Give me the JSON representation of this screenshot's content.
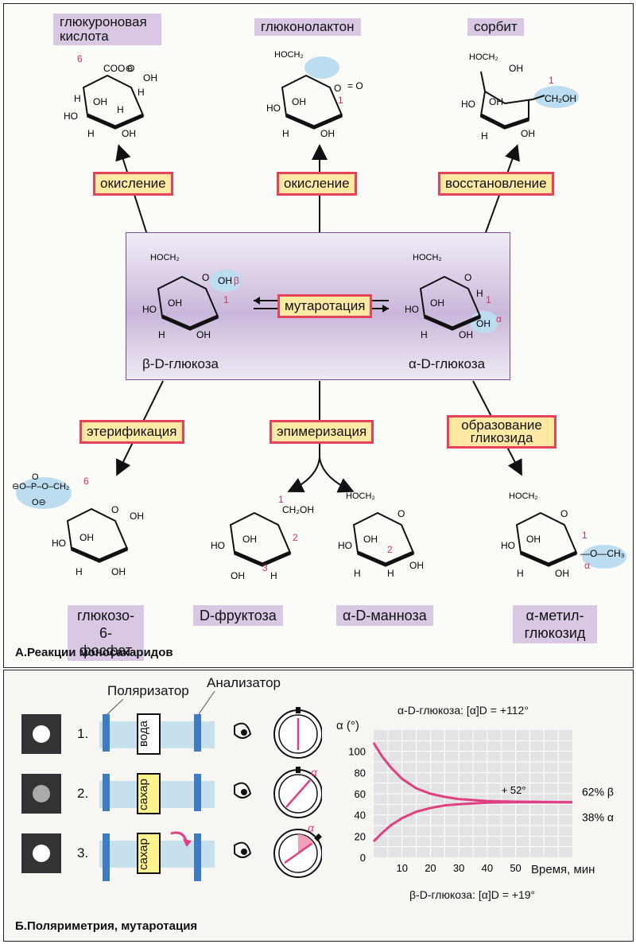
{
  "panelA": {
    "title": "А.Реакции моносахаридов",
    "top": {
      "glucuronic": "глюкуроновая кислота",
      "gluconolactone": "глюконолактон",
      "sorbitol": "сорбит"
    },
    "reactions": {
      "oxidation1": "окисление",
      "oxidation2": "окисление",
      "reduction": "восстановление",
      "esterification": "этерификация",
      "epimerization": "эпимеризация",
      "glycoside": "образование гликозида",
      "mutarotation": "мутаротация"
    },
    "center": {
      "beta": "β-D-глюкоза",
      "alpha": "α-D-глюкоза"
    },
    "bottom": {
      "g6p": "глюкозо- 6-фосфат",
      "fructose": "D-фруктоза",
      "mannose": "α-D-манноза",
      "methyl": "α-метил- глюкозид"
    }
  },
  "panelB": {
    "title": "Б.Поляриметрия, мутаротация",
    "polarizer": "Поляризатор",
    "analyzer": "Анализатор",
    "rows": [
      {
        "num": "1.",
        "sample": "вода"
      },
      {
        "num": "2.",
        "sample": "сахар"
      },
      {
        "num": "3.",
        "sample": "сахар"
      }
    ],
    "alpha_mark": "α"
  },
  "chart_data": {
    "type": "line",
    "title": "α-D-глюкоза: [α]D = +112°",
    "subtitle": "β-D-глюкоза: [α]D = +19°",
    "ylabel": "α (°)",
    "xlabel": "Время, мин",
    "xlim": [
      0,
      70
    ],
    "ylim": [
      0,
      120
    ],
    "x_ticks": [
      10,
      20,
      30,
      40,
      50
    ],
    "y_ticks": [
      0,
      20,
      40,
      60,
      80,
      100
    ],
    "annotation": "+ 52°",
    "series": [
      {
        "name": "62% β",
        "points": [
          [
            0,
            108
          ],
          [
            3,
            95
          ],
          [
            6,
            85
          ],
          [
            10,
            74
          ],
          [
            15,
            65
          ],
          [
            20,
            60
          ],
          [
            25,
            57
          ],
          [
            30,
            55
          ],
          [
            40,
            53
          ],
          [
            50,
            52.5
          ],
          [
            70,
            52
          ]
        ]
      },
      {
        "name": "38% α",
        "points": [
          [
            0,
            15
          ],
          [
            3,
            23
          ],
          [
            6,
            30
          ],
          [
            10,
            37
          ],
          [
            15,
            43
          ],
          [
            20,
            46.5
          ],
          [
            25,
            49
          ],
          [
            30,
            50
          ],
          [
            40,
            51.5
          ],
          [
            50,
            52
          ],
          [
            70,
            52
          ]
        ]
      }
    ],
    "grid": true,
    "colors": {
      "curve": "#e04080",
      "plot_bg": "#e3e3e6"
    }
  }
}
